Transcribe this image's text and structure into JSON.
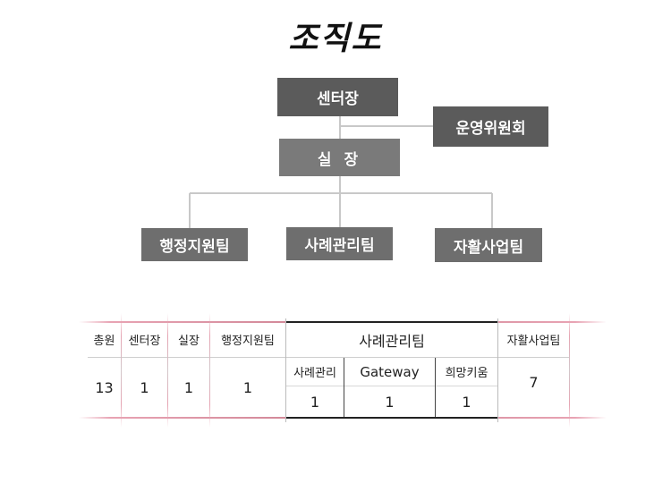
{
  "title": "조직도",
  "org": {
    "director": "센터장",
    "committee": "운영위원회",
    "office_head": "실 장",
    "teams": [
      "행정지원팀",
      "사례관리팀",
      "자활사업팀"
    ]
  },
  "table": {
    "headers": {
      "total": "총원",
      "director": "센터장",
      "office_head": "실장",
      "admin_team": "행정지원팀",
      "case_team": "사례관리팀",
      "self_support_team": "자활사업팀"
    },
    "case_sub_headers": [
      "사례관리",
      "Gateway",
      "희망키움"
    ],
    "values": {
      "total": "13",
      "director": "1",
      "office_head": "1",
      "admin_team": "1",
      "case_sub": [
        "1",
        "1",
        "1"
      ],
      "self_support_team": "7"
    }
  }
}
